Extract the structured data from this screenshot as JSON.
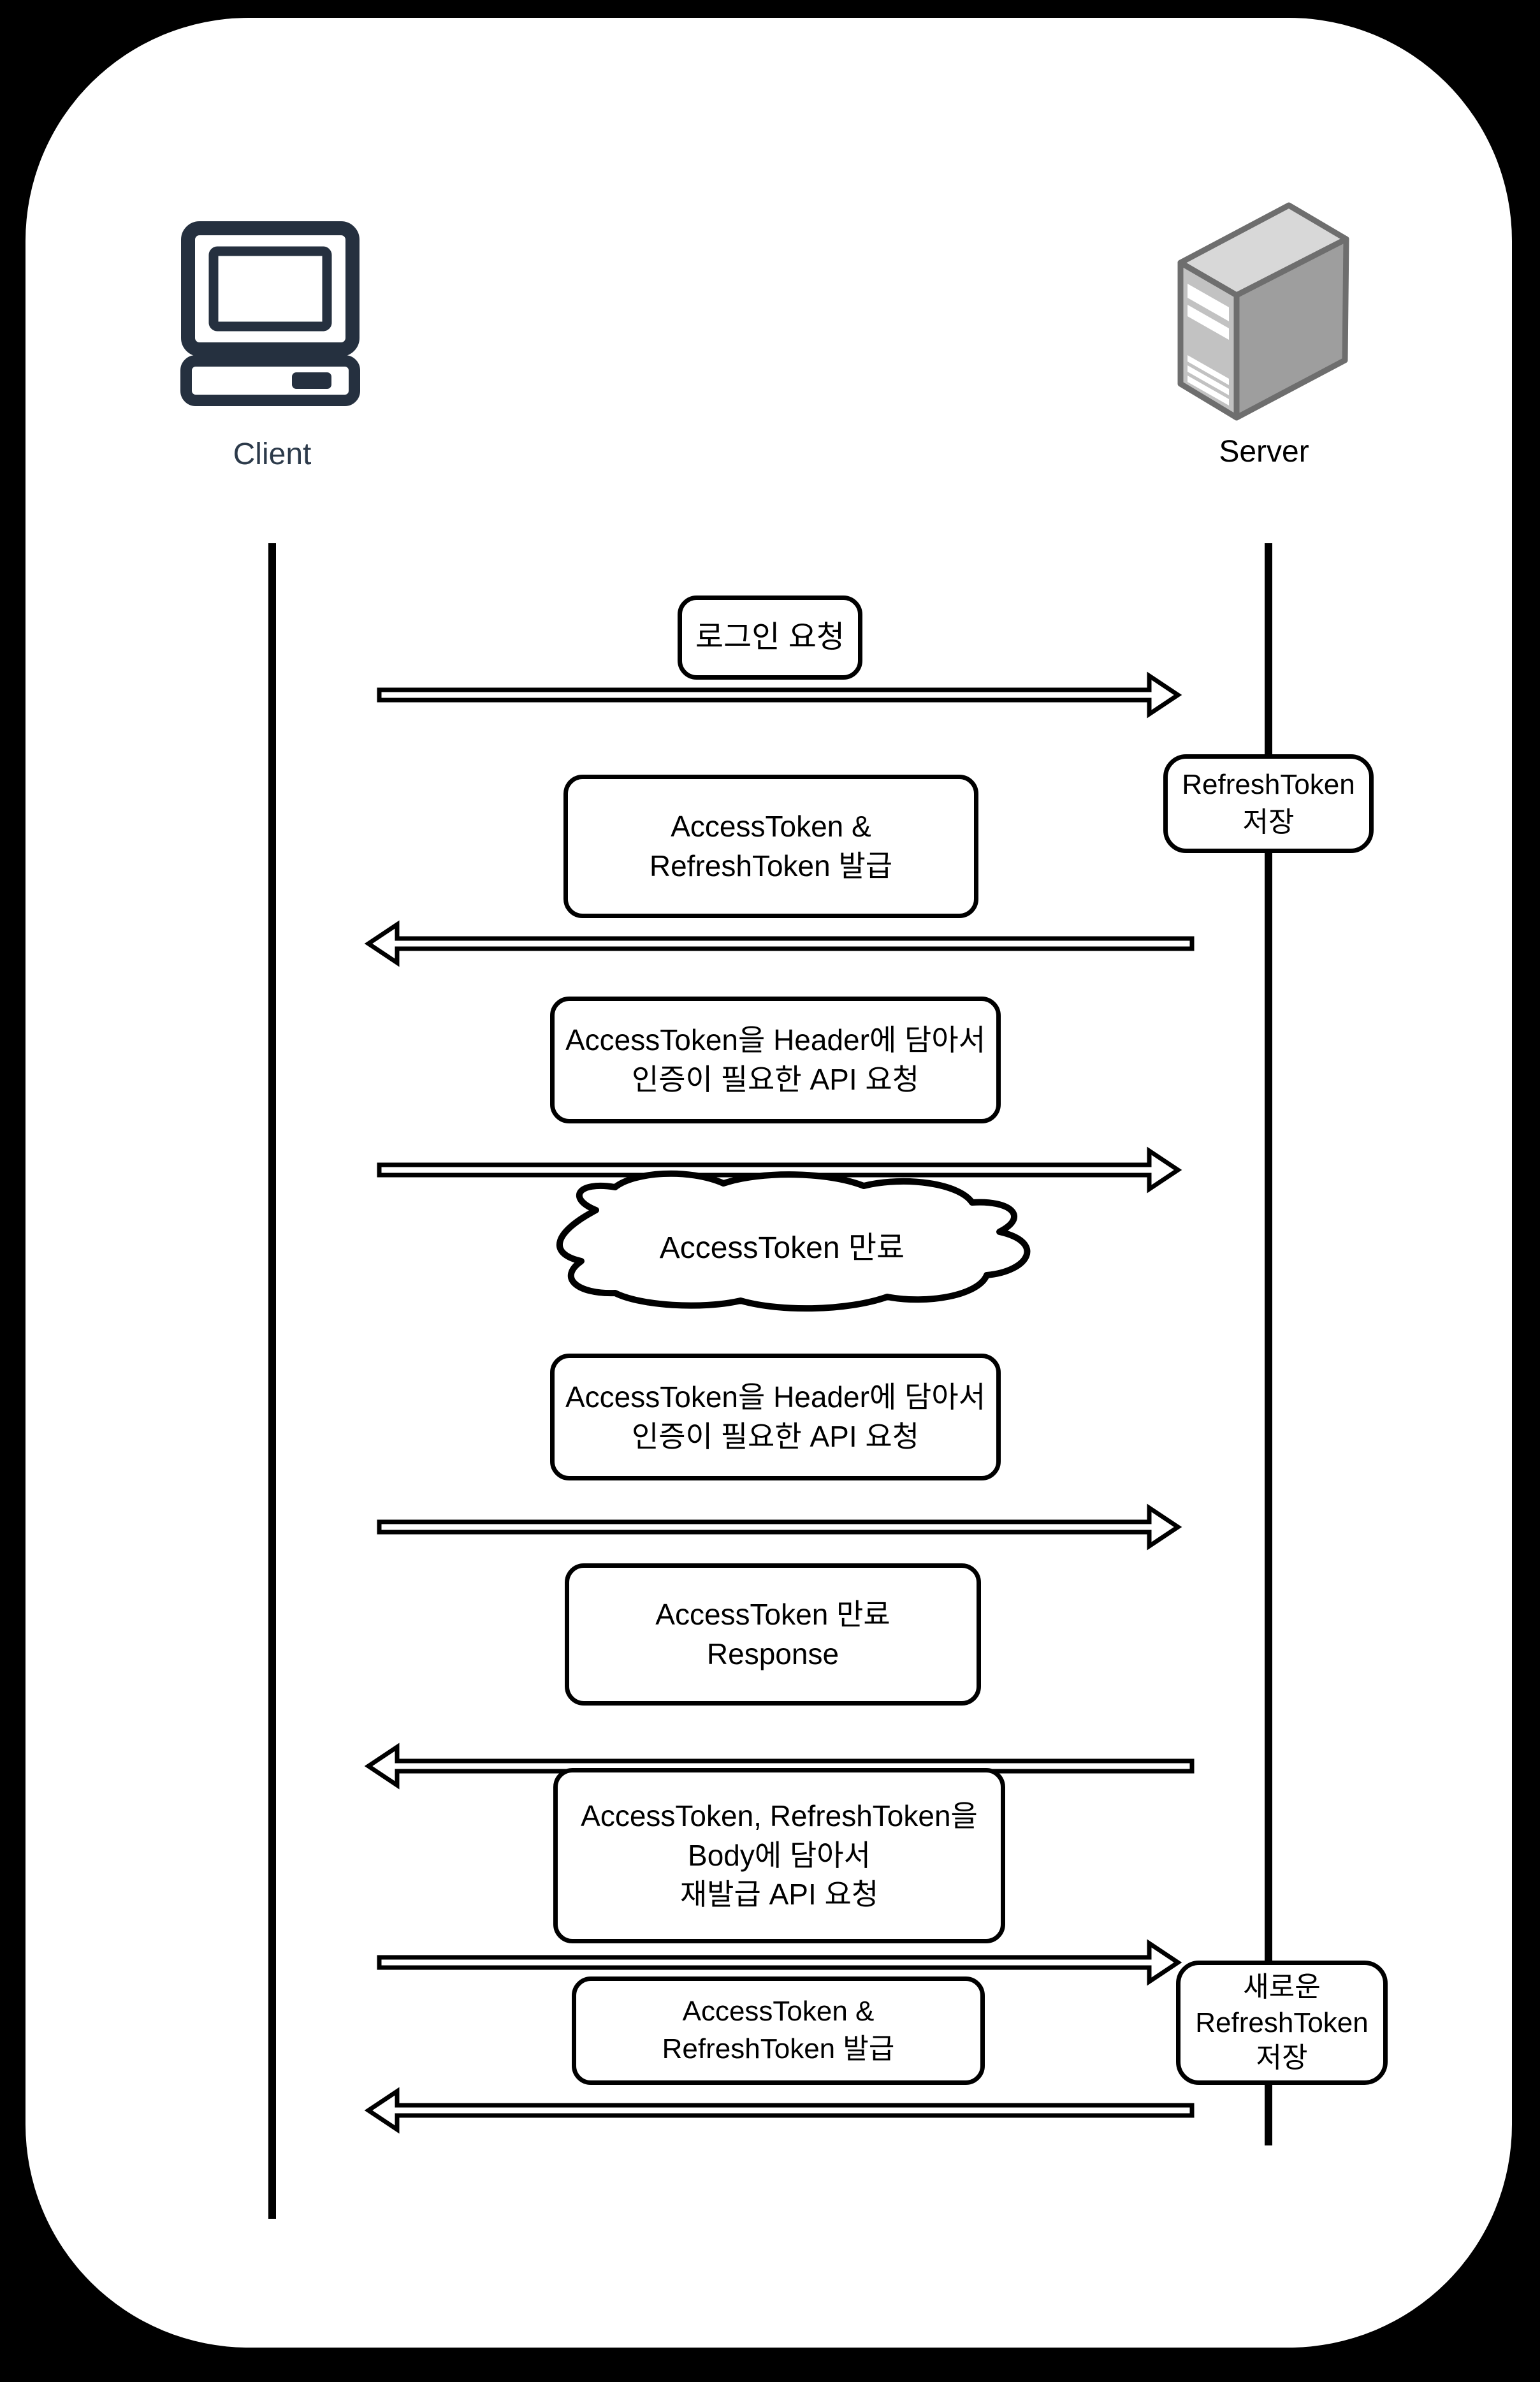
{
  "diagram": {
    "title_implicit": "JWT AccessToken / RefreshToken reissue sequence",
    "actors": [
      {
        "id": "client",
        "label": "Client",
        "icon": "desktop-computer-icon"
      },
      {
        "id": "server",
        "label": "Server",
        "icon": "server-tower-icon"
      }
    ],
    "messages": [
      {
        "from": "client",
        "to": "server",
        "direction": "right",
        "label_lines": [
          "로그인 요청"
        ]
      },
      {
        "from": "server",
        "to": "client",
        "direction": "left",
        "label_lines": [
          "AccessToken &",
          "RefreshToken 발급"
        ]
      },
      {
        "from": "client",
        "to": "server",
        "direction": "right",
        "label_lines": [
          "AccessToken을 Header에 담아서",
          "인증이 필요한 API 요청"
        ]
      },
      {
        "from": "client",
        "to": "server",
        "direction": "right",
        "label_lines": [
          "AccessToken을 Header에 담아서",
          "인증이 필요한 API 요청"
        ]
      },
      {
        "from": "server",
        "to": "client",
        "direction": "left",
        "label_lines": [
          "AccessToken 만료",
          "Response"
        ]
      },
      {
        "from": "client",
        "to": "server",
        "direction": "right",
        "label_lines": [
          "AccessToken, RefreshToken을",
          "Body에 담아서",
          "재발급 API 요청"
        ]
      },
      {
        "from": "server",
        "to": "client",
        "direction": "left",
        "label_lines": [
          "AccessToken &",
          "RefreshToken 발급"
        ]
      }
    ],
    "note_cloud": {
      "label": "AccessToken 만료"
    },
    "server_actions": [
      {
        "label_lines": [
          "RefreshToken",
          "저장"
        ]
      },
      {
        "label_lines": [
          "새로운",
          "RefreshToken",
          "저장"
        ]
      }
    ],
    "colors": {
      "background": "#000000",
      "canvas": "#ffffff",
      "line": "#000000",
      "client_icon": "#25303f",
      "server_top": "#d8d8d8",
      "server_left": "#c2c2c2",
      "server_right": "#9e9e9e",
      "server_outline": "#6e6e6e"
    }
  }
}
